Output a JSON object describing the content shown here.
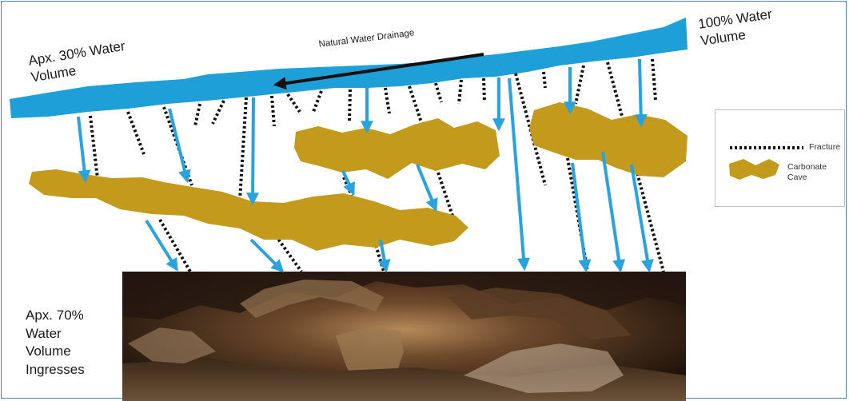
{
  "labels": {
    "left_volume": [
      "Apx. 30% Water",
      "Volume"
    ],
    "right_volume": [
      "100% Water",
      "Volume"
    ],
    "drainage": "Natural Water Drainage",
    "ingress": [
      "Apx. 70%",
      "Water",
      "Volume",
      "Ingresses"
    ]
  },
  "legend": {
    "fracture": "Fracture",
    "cave": [
      "Carbonate",
      "Cave"
    ]
  },
  "colors": {
    "water": "#1e9fd8",
    "cave": "#c49a1c",
    "fracture": "#111111",
    "arrow": "#29a3dd",
    "frame": "#4a7fc1",
    "photo_base": "#2b1c11"
  }
}
